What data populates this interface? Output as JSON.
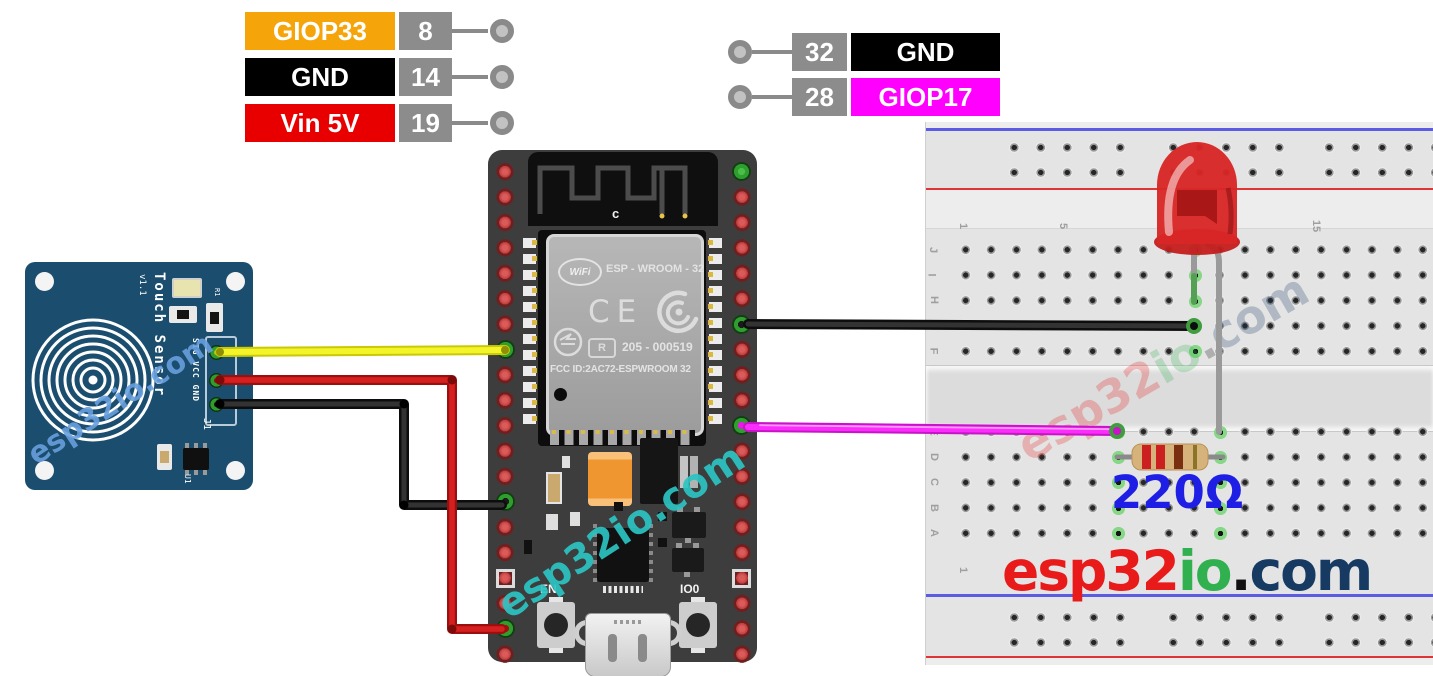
{
  "pin_labels_left": [
    {
      "name": "GIOP33",
      "pin": "8",
      "color": "#f5a50a"
    },
    {
      "name": "GND",
      "pin": "14",
      "color": "#000000"
    },
    {
      "name": "Vin 5V",
      "pin": "19",
      "color": "#e80000"
    }
  ],
  "pin_labels_right": [
    {
      "pin": "32",
      "name": "GND",
      "color": "#000000"
    },
    {
      "pin": "28",
      "name": "GIOP17",
      "color": "#ff00ff"
    }
  ],
  "touch_sensor": {
    "title": "Touch Sensor",
    "version": "v1.1",
    "pins_label": "SIG VCC GND",
    "designators": {
      "j1": "J1",
      "r1": "R1",
      "u1": "U1"
    }
  },
  "esp32_board": {
    "antenna_label": "c",
    "wifi_logo": "WiFi",
    "module": "ESP - WROOM - 32",
    "ce_mark": "CE",
    "r_mark": "R",
    "cert_number": "205 - 000519",
    "fcc_id": "FCC ID:2AC72-ESPWROOM 32",
    "en_button": "EN",
    "io0_button": "IO0"
  },
  "breadboard": {
    "row_labels_upper": [
      "J",
      "I",
      "H",
      "G",
      "F"
    ],
    "row_labels_lower": [
      "E",
      "D",
      "C",
      "B",
      "A"
    ],
    "column_labels_top": [
      "1",
      "5",
      "15"
    ],
    "column_labels_bottom": [
      "1"
    ]
  },
  "annotations": {
    "resistor_value": "220Ω",
    "watermark": "esp32io.com"
  },
  "logo": {
    "part_esp32": "esp32",
    "part_io": "io",
    "part_dot": ".",
    "part_com": "com"
  },
  "colors": {
    "label_gpio33": "#f5a50a",
    "label_gnd": "#000000",
    "label_vin": "#e80000",
    "label_gpio17": "#ff00ff",
    "wire_yellow": "#f0f012",
    "wire_red": "#c81414",
    "wire_black": "#212121",
    "wire_magenta": "#f01df0",
    "resistor_text_blue": "#1e1ee4",
    "logo_red": "#e81a1a",
    "logo_green": "#31b04f",
    "logo_navy": "#173a63",
    "watermark_teal": "#2dc3c3",
    "watermark_blue": "#5a96dc"
  }
}
